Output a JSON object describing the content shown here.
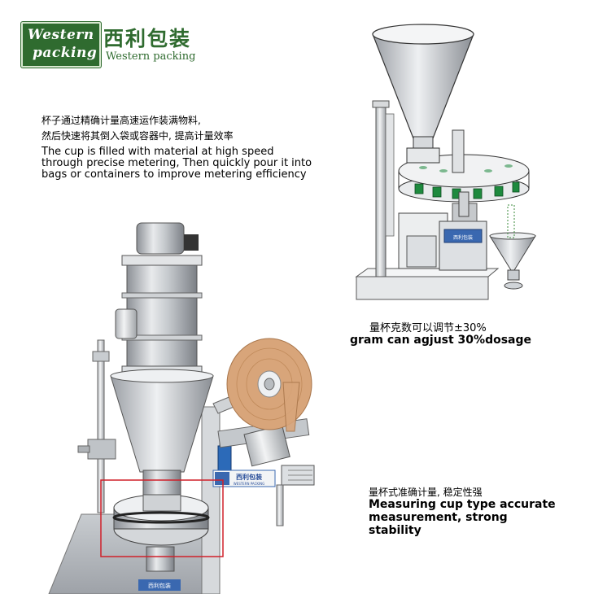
{
  "logo": {
    "line1": "Western",
    "line2": "packing",
    "brand_cn": "西利包装",
    "brand_en": "Western packing"
  },
  "intro": {
    "cn_line1": "杯子通过精确计量高速运作装满物料,",
    "cn_line2": "然后快速将其倒入袋或容器中, 提高计量效率",
    "en": "The cup is filled with material at high speed through precise metering,  Then quickly pour it into bags or containers to improve metering efficiency"
  },
  "caption_adjust": {
    "cn": "量杯克数可以调节±30%",
    "en": "gram can agjust 30%dosage"
  },
  "caption_measure": {
    "cn": "量杯式准确计量, 稳定性强",
    "en_line1": "Measuring cup type accurate",
    "en_line2": "measurement, strong stability"
  },
  "machine_plate": {
    "brand_cn": "西利包装",
    "brand_en": "WESTERN PACKING"
  },
  "colors": {
    "brand_green": "#2f6b2f",
    "highlight_red": "#d0202a",
    "steel": "#b8bcc2",
    "cup_green": "#1e8a3e",
    "paper_roll": "#d8a57a"
  }
}
